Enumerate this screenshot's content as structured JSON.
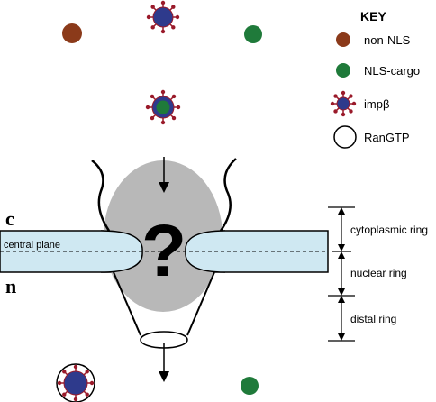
{
  "key": {
    "title": "KEY",
    "items": [
      {
        "label": "non-NLS",
        "color": "#8b3a1a"
      },
      {
        "label": "NLS-cargo",
        "color": "#1f7a3a"
      },
      {
        "label": "impβ",
        "color": "#2e3a8c"
      },
      {
        "label": "RanGTP",
        "color": "#ffffff"
      }
    ]
  },
  "labels": {
    "c": "c",
    "n": "n",
    "central_plane": "central plane",
    "question": "?"
  },
  "rings": {
    "cytoplasmic": "cytoplasmic ring",
    "nuclear": "nuclear ring",
    "distal": "distal ring"
  },
  "colors": {
    "membrane": "#cfe8f2",
    "pore": "#b8b8b8",
    "import_spike": "#9a1a2a"
  }
}
